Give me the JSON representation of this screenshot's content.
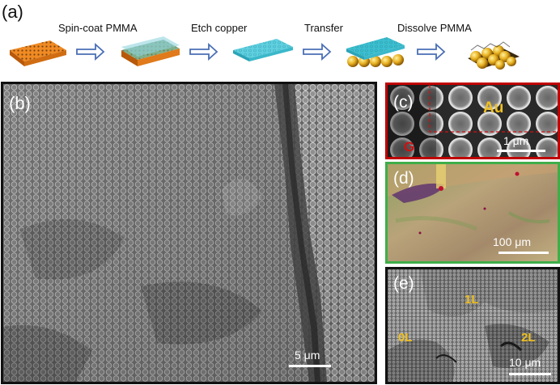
{
  "panel_a": {
    "label": "(a)",
    "steps": [
      "Spin-coat PMMA",
      "Etch copper",
      "Transfer",
      "Dissolve PMMA"
    ]
  },
  "panel_b": {
    "label": "(b)",
    "scale": "5 μm"
  },
  "panel_c": {
    "label": "(c)",
    "material_label": "Au",
    "graphene_label": "G",
    "scale": "1 μm"
  },
  "panel_d": {
    "label": "(d)",
    "scale": "100 μm"
  },
  "panel_e": {
    "label": "(e)",
    "layer_labels": [
      "1L",
      "0L",
      "2L"
    ],
    "scale": "10 μm"
  },
  "colors": {
    "copper": "#e07a1a",
    "pmma": "#5fc6d6",
    "arrow": "#4a6fb5",
    "gold_text": "#f0b020",
    "red": "#d01010",
    "panel_c_border": "#c00000",
    "panel_d_border": "#3fae49"
  }
}
